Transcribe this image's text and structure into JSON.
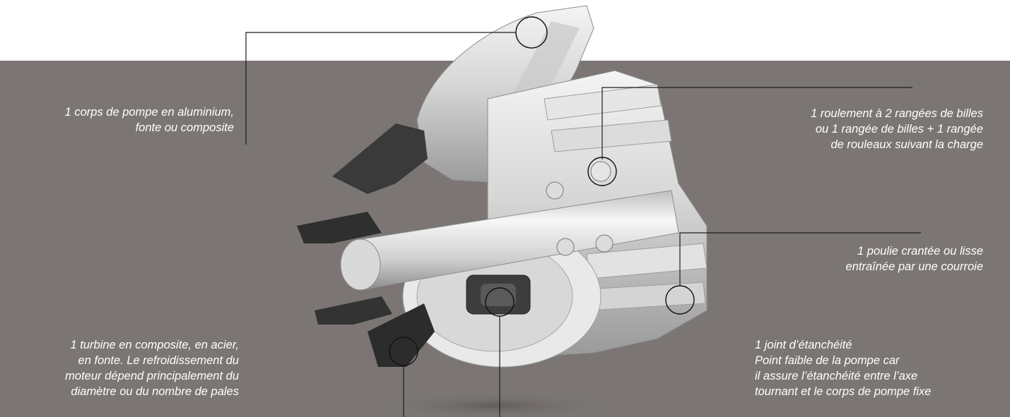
{
  "callouts": {
    "pump_body": {
      "lines": [
        "1 corps de pompe en aluminium,",
        "fonte ou composite"
      ]
    },
    "bearing": {
      "lines": [
        "1 roulement à 2 rangées de billes",
        "ou 1 rangée de billes + 1 rangée",
        "de rouleaux suivant la charge"
      ]
    },
    "pulley": {
      "lines": [
        "1 poulie crantée ou lisse",
        "entraînée par une courroie"
      ]
    },
    "turbine": {
      "lines": [
        "1 turbine en composite, en acier,",
        "en fonte. Le refroidissement du",
        "moteur dépend principalement du",
        "diamètre ou du nombre de pales"
      ]
    },
    "seal": {
      "lines": [
        "1 joint d’étanchéité",
        "Point faible de la pompe car",
        "il assure l’étanchéité entre l’axe",
        "tournant et le corps de pompe fixe"
      ]
    }
  },
  "colors": {
    "background_band": "#7b7674",
    "label_text": "#ffffff",
    "leader_line": "#222222"
  }
}
